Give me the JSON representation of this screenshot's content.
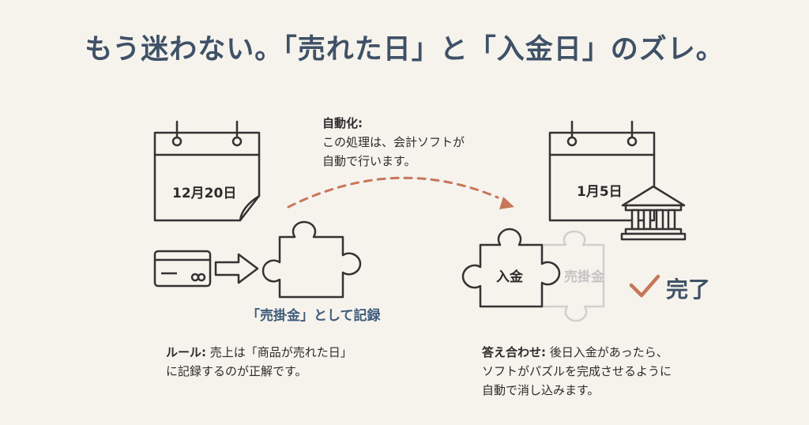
{
  "title": "もう迷わない。「売れた日」と「入金日」のズレ。",
  "automation": {
    "heading": "自動化:",
    "line1": "この処理は、会計ソフトが",
    "line2": "自動で行います。"
  },
  "left": {
    "calendar_date": "12月20日",
    "piece_caption": "「売掛金」として記録",
    "rule_heading": "ルール:",
    "rule_line1": "売上は「商品が売れた日」",
    "rule_line2": "に記録するのが正解です。"
  },
  "right": {
    "calendar_date": "1月5日",
    "deposit_piece": "入金",
    "receivable_piece": "売掛金",
    "done": "完了",
    "match_heading": "答え合わせ:",
    "match_line1": "後日入金があったら、",
    "match_line2": "ソフトがパズルを完成させるように",
    "match_line3": "自動で消し込みます。"
  },
  "colors": {
    "title": "#3f5166",
    "accent": "#c8765a",
    "line": "#333333",
    "faded": "#c9c9c9"
  },
  "icons": [
    "calendar-icon",
    "credit-card-icon",
    "arrow-right-icon",
    "puzzle-piece-icon",
    "bank-icon",
    "checkmark-icon"
  ]
}
